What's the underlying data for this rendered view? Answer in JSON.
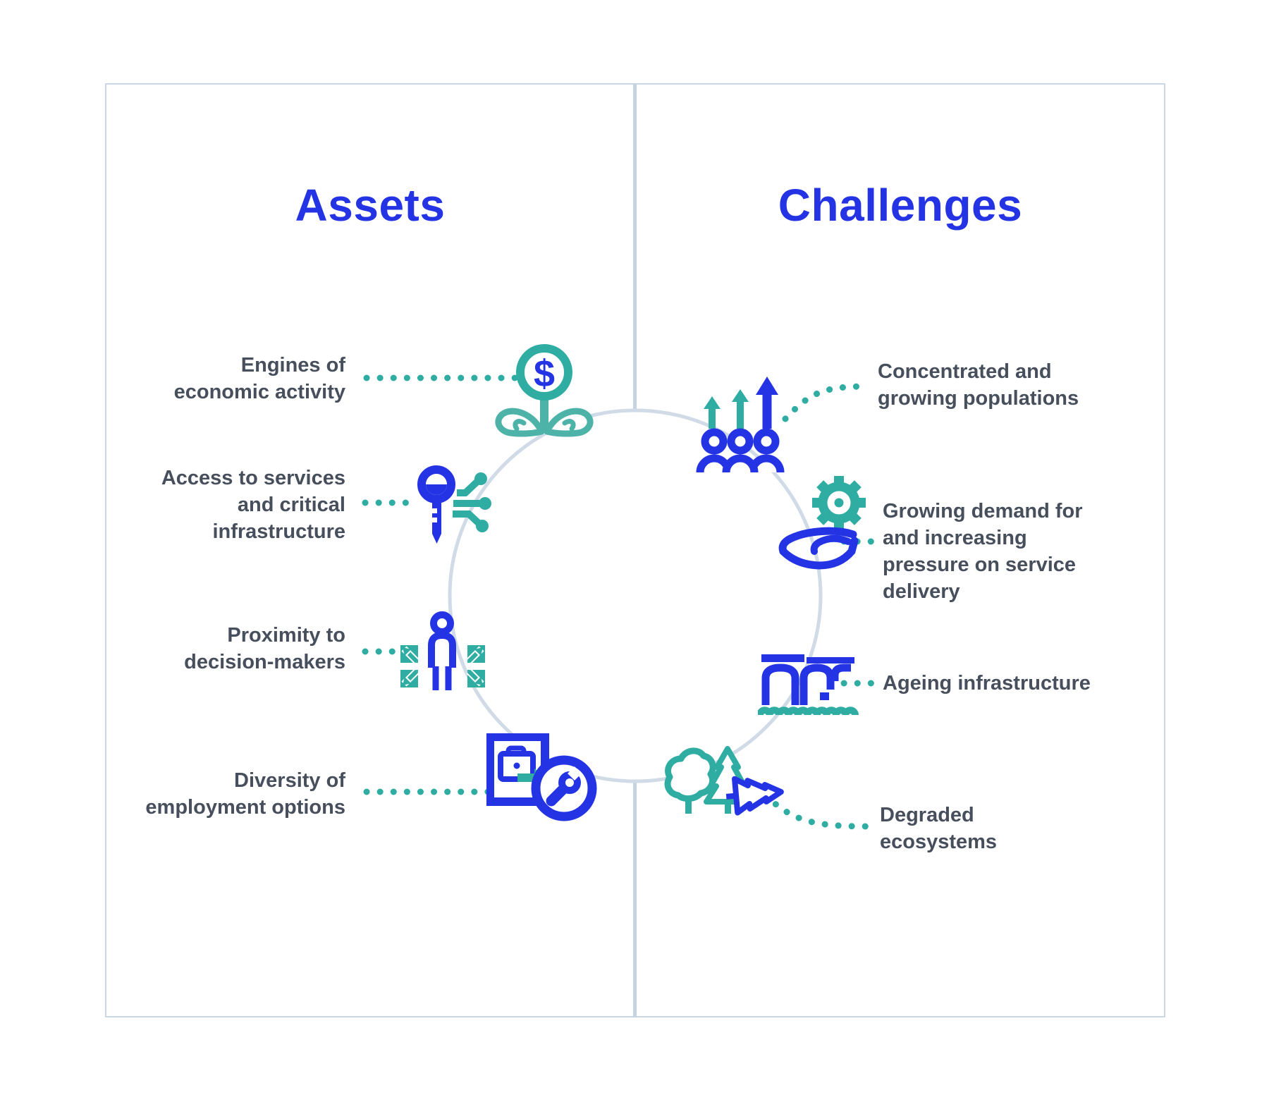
{
  "diagram": {
    "left": {
      "title": "Assets",
      "items": [
        {
          "label": "Engines of economic activity",
          "lines": [
            "Engines of",
            "economic activity"
          ],
          "icon": "money-plant-icon"
        },
        {
          "label": "Access to services and critical infrastructure",
          "lines": [
            "Access to services",
            "and critical",
            "infrastructure"
          ],
          "icon": "key-circuit-icon"
        },
        {
          "label": "Proximity to decision-makers",
          "lines": [
            "Proximity to",
            "decision-makers"
          ],
          "icon": "person-expand-icon"
        },
        {
          "label": "Diversity of employment options",
          "lines": [
            "Diversity of",
            "employment options"
          ],
          "icon": "clipboard-wrench-icon"
        }
      ]
    },
    "right": {
      "title": "Challenges",
      "items": [
        {
          "label": "Concentrated and growing populations",
          "lines": [
            "Concentrated and",
            "growing populations"
          ],
          "icon": "population-growth-icon"
        },
        {
          "label": "Growing demand for and increasing pressure on service delivery",
          "lines": [
            "Growing demand for",
            "and increasing",
            "pressure on service",
            "delivery"
          ],
          "icon": "gear-hand-icon"
        },
        {
          "label": "Ageing infrastructure",
          "lines": [
            "Ageing infrastructure"
          ],
          "icon": "ageing-bridge-icon"
        },
        {
          "label": "Degraded ecosystems",
          "lines": [
            "Degraded",
            "ecosystems"
          ],
          "icon": "fallen-tree-icon"
        }
      ]
    },
    "colors": {
      "blue": "#2434e4",
      "teal": "#2fada2",
      "teal_soft": "#4db3a9",
      "text": "#474f5c",
      "frame_line": "#c9d7e6",
      "circle_line": "#d0dbe7"
    }
  }
}
